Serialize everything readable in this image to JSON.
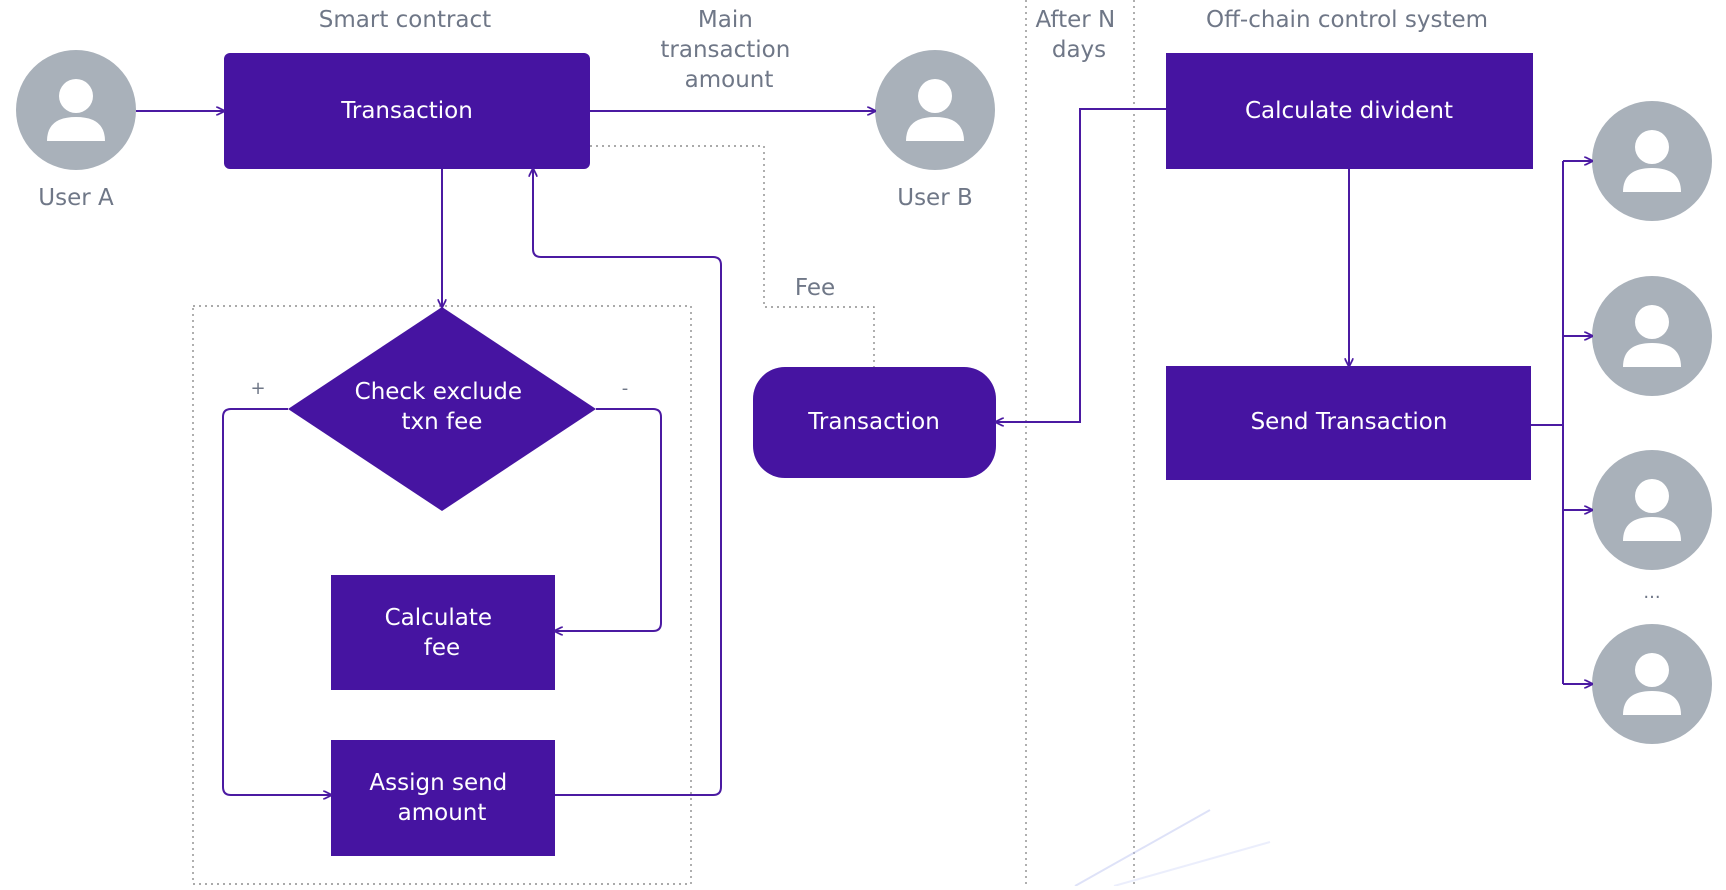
{
  "sections": {
    "smart_contract": "Smart contract",
    "main_transaction_amount": [
      "Main",
      "transaction",
      "amount"
    ],
    "after_n_days": [
      "After N",
      "days"
    ],
    "off_chain_control_system": "Off-chain control system"
  },
  "actors": {
    "user_a": "User A",
    "user_b": "User B",
    "recipient_ellipsis": "..."
  },
  "nodes": {
    "transaction_main": "Transaction",
    "check_exclude": [
      "Check exclude",
      "txn fee"
    ],
    "calculate_fee": [
      "Calculate",
      "fee"
    ],
    "assign_send_amount": [
      "Assign send",
      "amount"
    ],
    "transaction_fee": "Transaction",
    "calculate_divident": "Calculate divident",
    "send_transaction": "Send Transaction"
  },
  "edge_labels": {
    "plus": "+",
    "minus": "-",
    "fee": "Fee"
  },
  "colors": {
    "primary": "#4614a1",
    "line": "#4b1aa2",
    "avatar": "#a9b1ba",
    "text_muted": "#6f7787",
    "divider": "#8d8d8d"
  },
  "icons": {
    "user": "user-avatar-icon",
    "arrow": "arrow-icon"
  }
}
